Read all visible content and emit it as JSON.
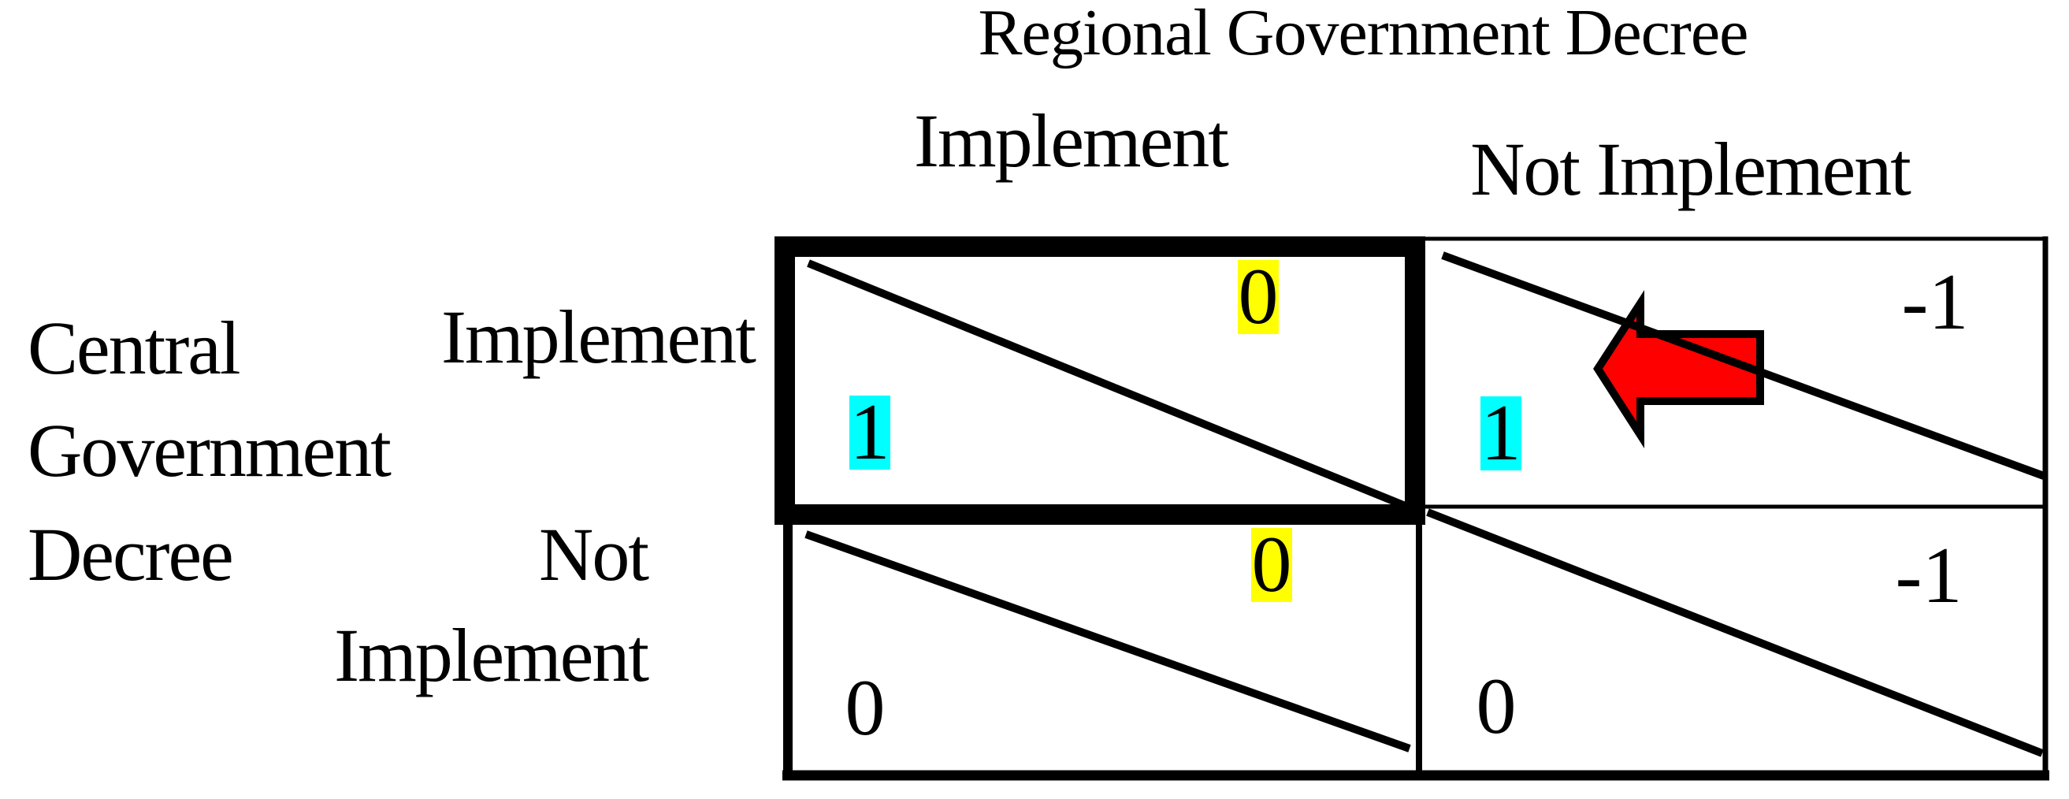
{
  "figure": {
    "title": "Regional Government Decree",
    "column_player": {
      "name": "Regional Government Decree",
      "strategies": [
        "Implement",
        "Not Implement"
      ]
    },
    "row_player": {
      "name": "Central Government Decree",
      "name_lines": [
        "Central",
        "Government",
        "Decree"
      ],
      "strategies": [
        "Implement",
        "Not Implement"
      ],
      "row2_lines": [
        "Not",
        "Implement"
      ]
    },
    "cells": {
      "r1c1": {
        "regional_payoff": "0",
        "central_payoff": "1",
        "regional_highlight": "yellow",
        "central_highlight": "cyan",
        "border": "thick"
      },
      "r1c2": {
        "regional_payoff": "-1",
        "central_payoff": "1",
        "central_highlight": "cyan",
        "annotation": "red-left-arrow"
      },
      "r2c1": {
        "regional_payoff": "0",
        "central_payoff": "0",
        "regional_highlight": "yellow"
      },
      "r2c2": {
        "regional_payoff": "-1",
        "central_payoff": "0"
      }
    },
    "colors": {
      "highlight_yellow": "#FFFF00",
      "highlight_cyan": "#00FFFF",
      "arrow_red": "#FF0000",
      "line": "#000000",
      "background": "#FFFFFF"
    }
  }
}
